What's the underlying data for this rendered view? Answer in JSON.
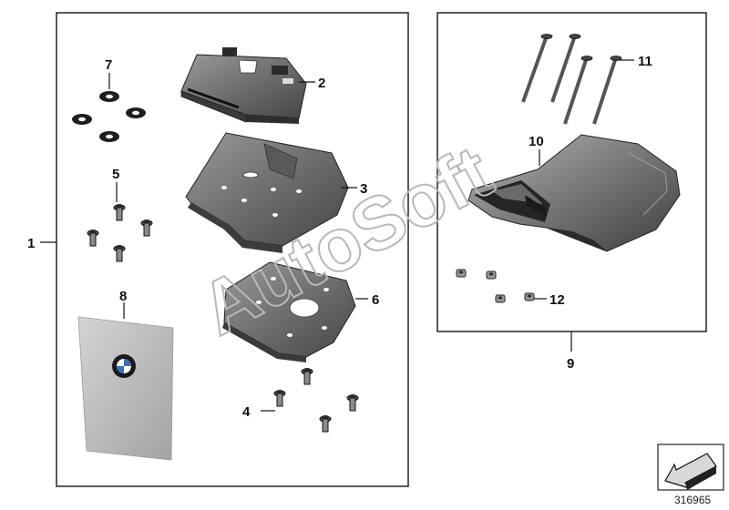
{
  "callouts": {
    "c1": "1",
    "c2": "2",
    "c3": "3",
    "c4": "4",
    "c5": "5",
    "c6": "6",
    "c7": "7",
    "c8": "8",
    "c9": "9",
    "c10": "10",
    "c11": "11",
    "c12": "12"
  },
  "watermark": "AutoSoft",
  "reference_number": "316965",
  "emblem_text": "BMW"
}
